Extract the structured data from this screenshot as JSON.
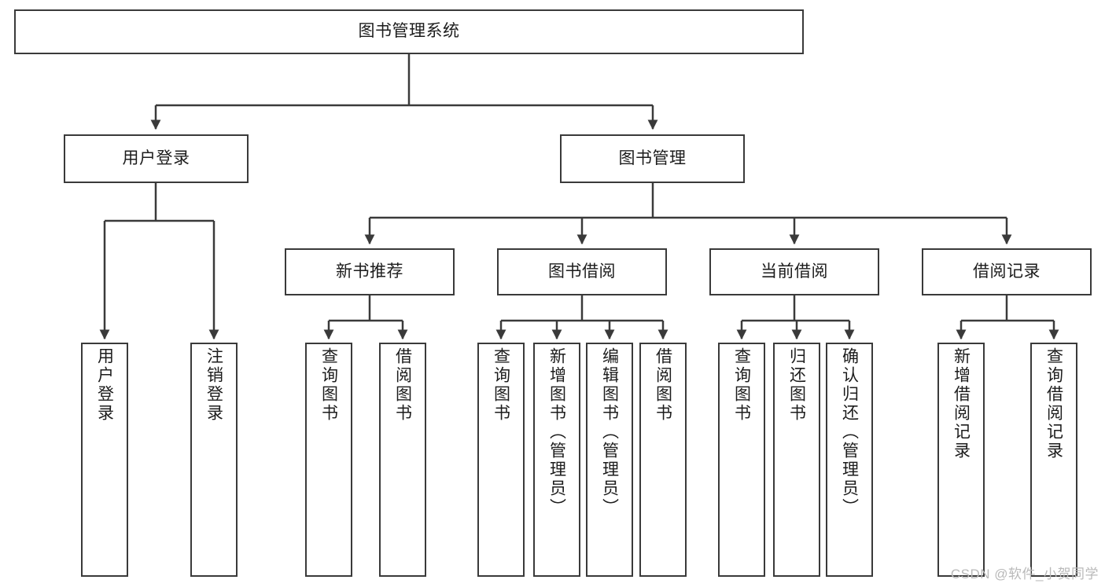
{
  "diagram": {
    "title": "图书管理系统",
    "type": "tree-hierarchy-chart",
    "watermark": "CSDN @软件_小贺同学",
    "colors": {
      "box_border": "#3a3a3a",
      "box_fill": "#ffffff",
      "connector": "#3a3a3a",
      "text": "#1c1c1c",
      "watermark": "#b9b9b9",
      "background": "#ffffff"
    },
    "nodes": {
      "root": {
        "label": "图书管理系统"
      },
      "level2": [
        {
          "id": "user-login",
          "label": "用户登录"
        },
        {
          "id": "book-management",
          "label": "图书管理"
        }
      ],
      "level3": [
        {
          "id": "new-book-recommend",
          "label": "新书推荐"
        },
        {
          "id": "book-borrow",
          "label": "图书借阅"
        },
        {
          "id": "current-borrow",
          "label": "当前借阅"
        },
        {
          "id": "borrow-record",
          "label": "借阅记录"
        }
      ],
      "leaves": {
        "user-login": [
          {
            "id": "leaf-user-login",
            "label": "用户登录"
          },
          {
            "id": "leaf-user-logout",
            "label": "注销登录"
          }
        ],
        "new-book-recommend": [
          {
            "id": "leaf-query-book-1",
            "label": "查询图书"
          },
          {
            "id": "leaf-borrow-book-1",
            "label": "借阅图书"
          }
        ],
        "book-borrow": [
          {
            "id": "leaf-query-book-2",
            "label": "查询图书"
          },
          {
            "id": "leaf-add-book",
            "label": "新增图书（管理员）"
          },
          {
            "id": "leaf-edit-book",
            "label": "编辑图书（管理员）"
          },
          {
            "id": "leaf-borrow-book-2",
            "label": "借阅图书"
          }
        ],
        "current-borrow": [
          {
            "id": "leaf-query-book-3",
            "label": "查询图书"
          },
          {
            "id": "leaf-return-book",
            "label": "归还图书"
          },
          {
            "id": "leaf-confirm-return",
            "label": "确认归还（管理员）"
          }
        ],
        "borrow-record": [
          {
            "id": "leaf-add-record",
            "label": "新增借阅记录"
          },
          {
            "id": "leaf-query-record",
            "label": "查询借阅记录"
          }
        ]
      }
    }
  }
}
